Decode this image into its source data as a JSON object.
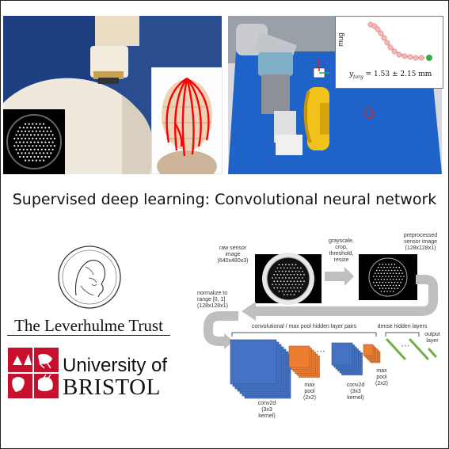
{
  "headline": "Supervised deep learning: Convolutional neural network",
  "photos": {
    "robot_overlay": {
      "object_label": "mug",
      "equation_symbol": "y",
      "equation_subscript": "targ",
      "equation_value": " = 1.53 ± 2.15 mm"
    }
  },
  "logos": {
    "leverhulme": {
      "name": "The Leverhulme Trust"
    },
    "bristol": {
      "line1": "University of",
      "line2": "BRISTOL"
    }
  },
  "pipeline": {
    "raw_label": [
      "raw sensor",
      "image",
      "(640x480x3)"
    ],
    "preproc_steps": [
      "grayscale,",
      "crop,",
      "threshold,",
      "resize"
    ],
    "preprocessed_label": [
      "preprocessed",
      "sensor image",
      "(128x128x1)"
    ],
    "normalize_label": [
      "normalize to",
      "range [0, 1]",
      "(128x128x1)"
    ],
    "conv_pairs_label": "convolutional / max pool hidden layer pairs",
    "dense_label": "dense hidden layers",
    "output_label": [
      "output",
      "layer"
    ],
    "conv_label": [
      "conv2d",
      "(3x3",
      "kernel)"
    ],
    "pool_label": [
      "max",
      "pool",
      "(2x2)"
    ],
    "ellipsis": "• • •"
  },
  "colors": {
    "conv_blue": "#4472c4",
    "pool_orange": "#ed7d31",
    "dense_green": "#70ad47",
    "arrow_gray": "#bfbfbf",
    "bristol_red": "#c8102e",
    "mat_blue": "#1f63c8"
  }
}
